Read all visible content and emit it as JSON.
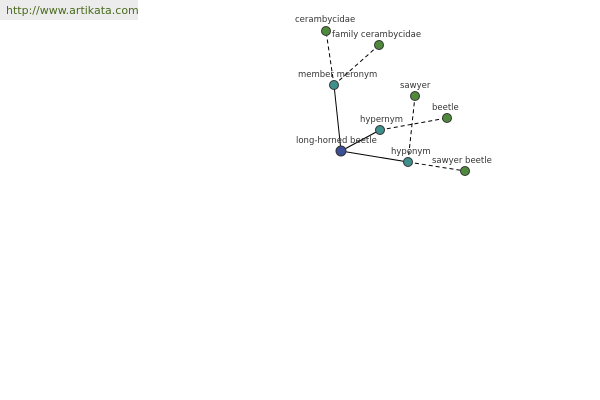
{
  "header": {
    "url": "http://www.artikata.com"
  },
  "colors": {
    "root": "#3c4f96",
    "relation": "#3f8f8c",
    "term": "#4f8a3c"
  },
  "graph": {
    "nodes": [
      {
        "id": "root",
        "label": "long-horned beetle",
        "kind": "root"
      },
      {
        "id": "member_meronym",
        "label": "member meronym",
        "kind": "relation"
      },
      {
        "id": "hypernym",
        "label": "hypernym",
        "kind": "relation"
      },
      {
        "id": "hyponym",
        "label": "hyponym",
        "kind": "relation"
      },
      {
        "id": "cerambycidae",
        "label": "cerambycidae",
        "kind": "term"
      },
      {
        "id": "family_cerambycidae",
        "label": "family cerambycidae",
        "kind": "term"
      },
      {
        "id": "sawyer",
        "label": "sawyer",
        "kind": "term"
      },
      {
        "id": "beetle",
        "label": "beetle",
        "kind": "term"
      },
      {
        "id": "sawyer_beetle",
        "label": "sawyer beetle",
        "kind": "term"
      }
    ],
    "edges": [
      {
        "from": "root",
        "to": "member_meronym",
        "style": "solid"
      },
      {
        "from": "root",
        "to": "hypernym",
        "style": "solid"
      },
      {
        "from": "root",
        "to": "hyponym",
        "style": "solid"
      },
      {
        "from": "member_meronym",
        "to": "cerambycidae",
        "style": "dashed"
      },
      {
        "from": "member_meronym",
        "to": "family_cerambycidae",
        "style": "dashed"
      },
      {
        "from": "hypernym",
        "to": "beetle",
        "style": "dashed"
      },
      {
        "from": "hyponym",
        "to": "sawyer",
        "style": "dashed"
      },
      {
        "from": "hyponym",
        "to": "sawyer_beetle",
        "style": "dashed"
      }
    ]
  }
}
